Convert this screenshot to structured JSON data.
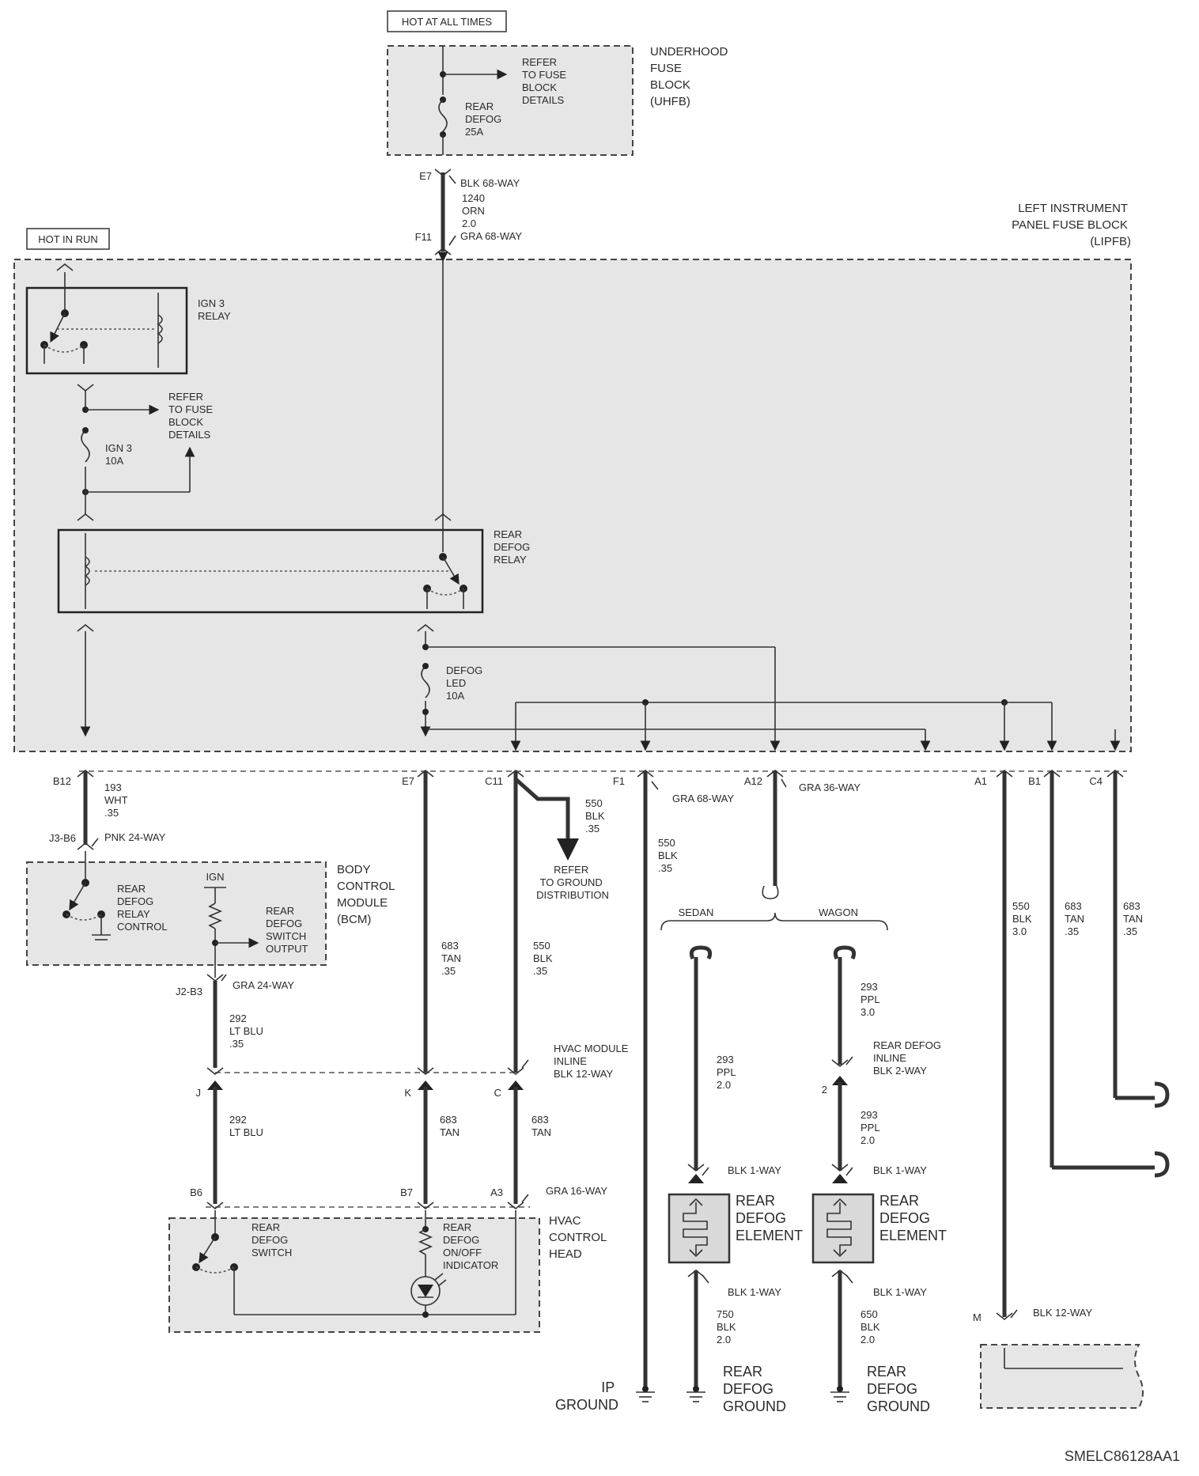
{
  "uhfb": {
    "hot_label": "HOT AT ALL TIMES",
    "refer": [
      "REFER",
      "TO FUSE",
      "BLOCK",
      "DETAILS"
    ],
    "fuse": [
      "REAR",
      "DEFOG",
      "25A"
    ],
    "name": [
      "UNDERHOOD",
      "FUSE",
      "BLOCK",
      "(UHFB)"
    ]
  },
  "feed": {
    "e7": "E7",
    "e7_conn": "BLK 68-WAY",
    "wire": [
      "1240",
      "ORN",
      "2.0"
    ],
    "f11": "F11",
    "f11_conn": "GRA 68-WAY"
  },
  "lipfb": {
    "name": [
      "LEFT INSTRUMENT",
      "PANEL FUSE BLOCK",
      "(LIPFB)"
    ],
    "hot_label": "HOT IN RUN",
    "ign3_relay": [
      "IGN 3",
      "RELAY"
    ],
    "refer": [
      "REFER",
      "TO FUSE",
      "BLOCK",
      "DETAILS"
    ],
    "ign3_fuse": [
      "IGN 3",
      "10A"
    ],
    "defog_relay": [
      "REAR",
      "DEFOG",
      "RELAY"
    ],
    "led_fuse": [
      "DEFOG",
      "LED",
      "10A"
    ]
  },
  "pins": {
    "b12": "B12",
    "e7": "E7",
    "c11": "C11",
    "f1": "F1",
    "a12": "A12",
    "a1": "A1",
    "b1": "B1",
    "c4": "C4",
    "f1_conn": "GRA 68-WAY",
    "a12_conn": "GRA 36-WAY"
  },
  "wires": {
    "w193": [
      "193",
      "WHT",
      ".35"
    ],
    "w550a": [
      "550",
      "BLK",
      ".35"
    ],
    "ground_ref": [
      "REFER",
      "TO GROUND",
      "DISTRIBUTION"
    ],
    "w550b": [
      "550",
      "BLK",
      ".35"
    ],
    "w550c": [
      "550",
      "BLK",
      "3.0"
    ],
    "w683a": [
      "683",
      "TAN",
      ".35"
    ],
    "w683b": [
      "683",
      "TAN",
      ".35"
    ],
    "w683c": [
      "683",
      "TAN",
      ".35"
    ],
    "w550d": [
      "550",
      "BLK",
      ".35"
    ],
    "w292a": [
      "292",
      "LT BLU",
      ".35"
    ],
    "w292b": [
      "292",
      "LT BLU"
    ],
    "w683d": [
      "683",
      "TAN"
    ],
    "w683e": [
      "683",
      "TAN"
    ],
    "w293a": [
      "293",
      "PPL",
      "2.0"
    ],
    "w293b": [
      "293",
      "PPL",
      "3.0"
    ],
    "w293c": [
      "293",
      "PPL",
      "2.0"
    ],
    "w750": [
      "750",
      "BLK",
      "2.0"
    ],
    "w650": [
      "650",
      "BLK",
      "2.0"
    ]
  },
  "bcm": {
    "j3": "J3-B6",
    "j3_conn": "PNK 24-WAY",
    "relay_ctrl": [
      "REAR",
      "DEFOG",
      "RELAY",
      "CONTROL"
    ],
    "ign": "IGN",
    "switch_out": [
      "REAR",
      "DEFOG",
      "SWITCH",
      "OUTPUT"
    ],
    "name": [
      "BODY",
      "CONTROL",
      "MODULE",
      "(BCM)"
    ],
    "j2": "J2-B3",
    "j2_conn": "GRA 24-WAY"
  },
  "inline": {
    "hvac": [
      "HVAC MODULE",
      "INLINE",
      "BLK 12-WAY"
    ],
    "j": "J",
    "k": "K",
    "c": "C",
    "b6": "B6",
    "b7": "B7",
    "a3": "A3",
    "head_conn": "GRA 16-WAY",
    "rdi": [
      "REAR DEFOG",
      "INLINE",
      "BLK 2-WAY"
    ],
    "rdi_pin": "2"
  },
  "hvac_head": {
    "switch": [
      "REAR",
      "DEFOG",
      "SWITCH"
    ],
    "indicator": [
      "REAR",
      "DEFOG",
      "ON/OFF",
      "INDICATOR"
    ],
    "name": [
      "HVAC",
      "CONTROL",
      "HEAD"
    ]
  },
  "variants": {
    "sedan": "SEDAN",
    "wagon": "WAGON"
  },
  "elements": {
    "conn": "BLK 1-WAY",
    "name": [
      "REAR",
      "DEFOG",
      "ELEMENT"
    ]
  },
  "grounds": {
    "ip": [
      "IP",
      "GROUND"
    ],
    "rear": [
      "REAR",
      "DEFOG",
      "GROUND"
    ]
  },
  "m_conn": {
    "pin": "M",
    "conn": "BLK 12-WAY"
  },
  "footer": "SMELC86128AA1"
}
